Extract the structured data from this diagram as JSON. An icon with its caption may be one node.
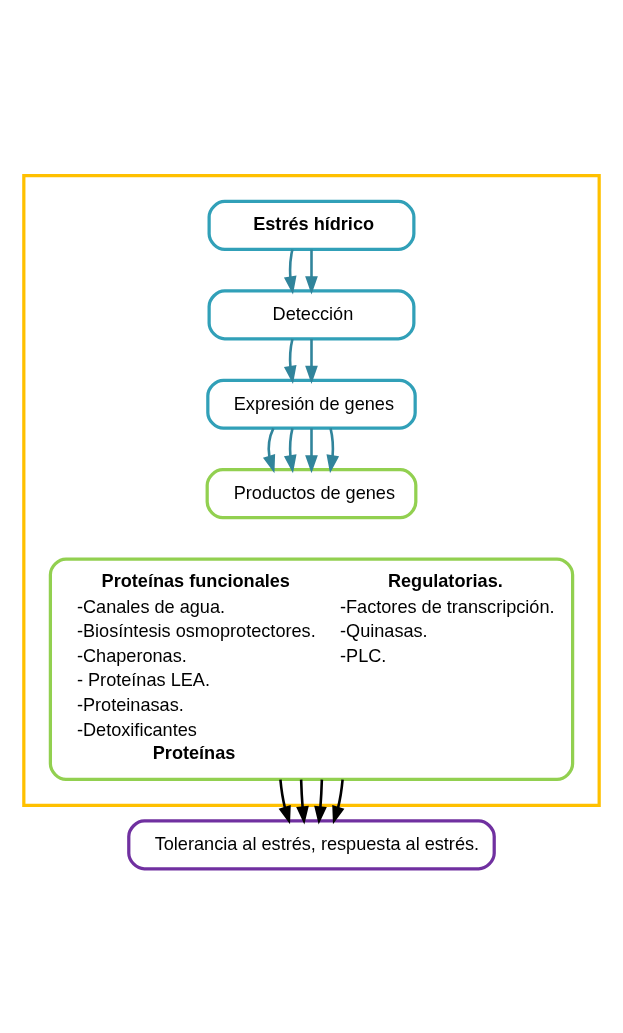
{
  "diagram": {
    "nodes": [
      {
        "text": [],
        "shape": "box"
      },
      {
        "text": [
          "Estrés hídrico"
        ],
        "in": 0
      },
      {
        "text": [
          "Detección"
        ],
        "in": 0
      },
      {
        "text": [
          "Expresión de genes"
        ],
        "in": 0
      },
      {
        "text": [
          "Productos de genes"
        ],
        "in": 0
      },
      {
        "text": [
          "Proteínas funcionales",
          "-Canales de agua.",
          "-Biosíntesis osmoprotectores.",
          "-Chaperonas.",
          "- Proteínas LEA.",
          "-Proteinasas.",
          "-Detoxificantes",
          "Proteínas",
          "Regulatorias.",
          "-Factores de transcripción.",
          "-Quinasas.",
          "-PLC."
        ],
        "in": 0
      },
      {
        "text": [
          "Tolerancia al estrés, respuesta al estrés."
        ]
      }
    ],
    "edges": [
      {
        "from": 1,
        "to": 2,
        "arrow": "to"
      },
      {
        "from": 1,
        "to": 2,
        "arrow": "to"
      },
      {
        "from": 2,
        "to": 3,
        "arrow": "to"
      },
      {
        "from": 2,
        "to": 3,
        "arrow": "to"
      },
      {
        "from": 3,
        "to": 4,
        "arrow": "to"
      },
      {
        "from": 3,
        "to": 4,
        "arrow": "to"
      },
      {
        "from": 3,
        "to": 4,
        "arrow": "to"
      },
      {
        "from": 3,
        "to": 4,
        "arrow": "to"
      },
      {
        "from": 5,
        "to": 6,
        "arrow": "to",
        "color": "#000000"
      },
      {
        "from": 5,
        "to": 6,
        "arrow": "to",
        "color": "#000000"
      },
      {
        "from": 5,
        "to": 6,
        "arrow": "to",
        "color": "#000000"
      },
      {
        "from": 5,
        "to": 6,
        "arrow": "to",
        "color": "#000000"
      }
    ]
  }
}
